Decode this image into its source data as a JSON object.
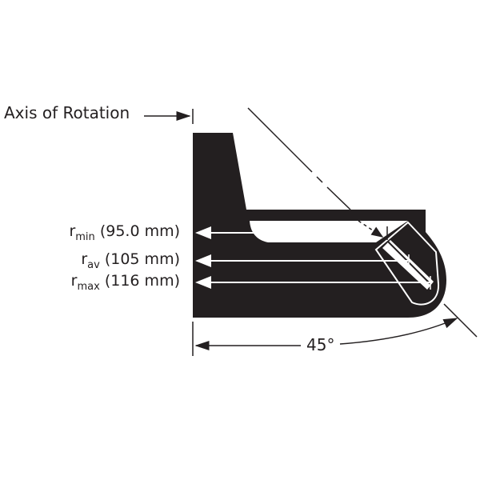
{
  "diagram": {
    "axis_label": "Axis of Rotation",
    "radii": [
      {
        "symbol": "r",
        "subscript": "min",
        "value": "(95.0 mm)"
      },
      {
        "symbol": "r",
        "subscript": "av",
        "value": "(105 mm)"
      },
      {
        "symbol": "r",
        "subscript": "max",
        "value": "(116 mm)"
      }
    ],
    "angle_label": "45°",
    "colors": {
      "rotor": "#231f20",
      "line": "#231f20",
      "background": "#ffffff"
    }
  }
}
